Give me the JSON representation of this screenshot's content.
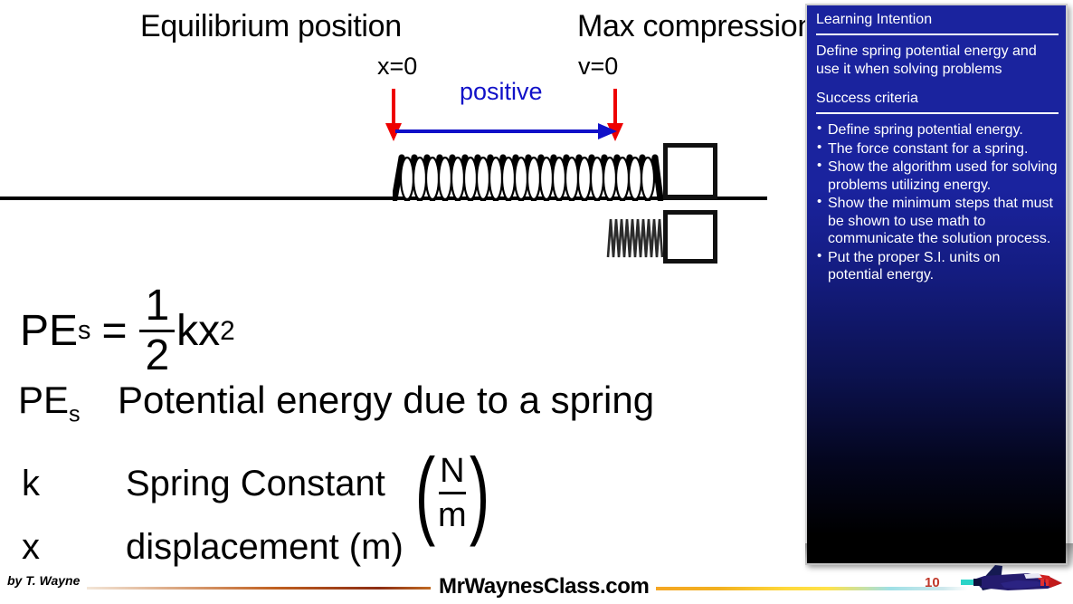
{
  "slide": {
    "diagram": {
      "label_equilibrium": "Equilibrium position",
      "label_x_zero": "x=0",
      "label_max_compression": "Max compression",
      "label_v_zero": "v=0",
      "label_positive": "positive",
      "arrow_down_color": "#ee0000",
      "arrow_right_color": "#1010c8",
      "spring_color": "#000000",
      "block_border_color": "#111111"
    },
    "equation": {
      "lhs": "PE",
      "lhs_sub": "s",
      "equals": "=",
      "numerator": "1",
      "denominator": "2",
      "factor": "kx",
      "exponent": "2"
    },
    "definitions": [
      {
        "symbol": "PE",
        "symbol_sub": "s",
        "text": "Potential energy due to a spring"
      },
      {
        "symbol": "k",
        "symbol_sub": "",
        "text": "Spring Constant"
      },
      {
        "symbol": "x",
        "symbol_sub": "",
        "text": "displacement (m)"
      }
    ],
    "unit_spring_constant": {
      "numerator": "N",
      "denominator": "m"
    }
  },
  "panel": {
    "learning_intention_heading": "Learning Intention",
    "learning_intention_body": "Define spring potential energy and use it when solving problems",
    "success_criteria_heading": "Success criteria",
    "success_criteria": [
      "Define spring potential energy.",
      "The force constant for a spring.",
      "Show the algorithm used for solving problems utilizing energy.",
      "Show the minimum steps that must be shown to use math to communicate the solution process.",
      "Put the proper S.I. units on potential energy."
    ],
    "background_top_color": "#1a239e",
    "background_bottom_color": "#000000",
    "text_color": "#ffffff"
  },
  "footer": {
    "byline": "by T. Wayne",
    "site": "MrWaynesClass.com",
    "page_number": "10",
    "logo_name": "jet-logo"
  }
}
